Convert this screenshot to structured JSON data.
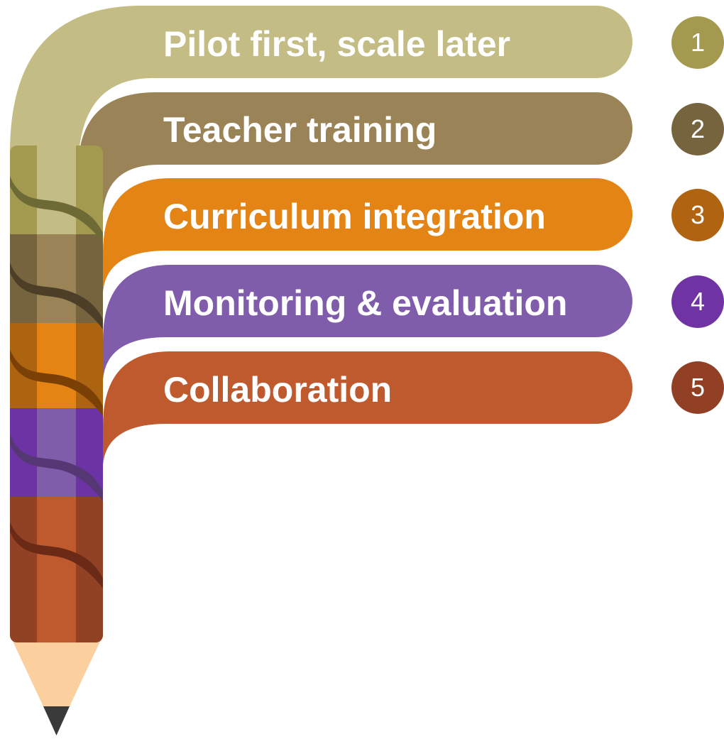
{
  "items": [
    {
      "number": "1",
      "label": "Pilot first, scale later",
      "band_color": "#c3bc84",
      "badge_color": "#a49a4f",
      "stripe_light": "#c3bc84",
      "stripe_dark": "#a49a4f",
      "wave_color": "#6e6a36"
    },
    {
      "number": "2",
      "label": "Teacher training",
      "band_color": "#9b8358",
      "badge_color": "#76643f",
      "stripe_light": "#9b8358",
      "stripe_dark": "#76643f",
      "wave_color": "#4d3e27"
    },
    {
      "number": "3",
      "label": "Curriculum integration",
      "band_color": "#e38414",
      "badge_color": "#b06310",
      "stripe_light": "#e38414",
      "stripe_dark": "#ad6410",
      "wave_color": "#7b4006"
    },
    {
      "number": "4",
      "label": "Monitoring & evaluation",
      "band_color": "#7f5dab",
      "badge_color": "#6f33a4",
      "stripe_light": "#7f5dab",
      "stripe_dark": "#6c33a4",
      "wave_color": "#553873"
    },
    {
      "number": "5",
      "label": "Collaboration",
      "band_color": "#bf592e",
      "badge_color": "#924025",
      "stripe_light": "#bf592e",
      "stripe_dark": "#914124",
      "wave_color": "#6a2a15"
    }
  ],
  "pencil": {
    "wood_color": "#fccf9f",
    "lead_color": "#3a3a3a"
  }
}
